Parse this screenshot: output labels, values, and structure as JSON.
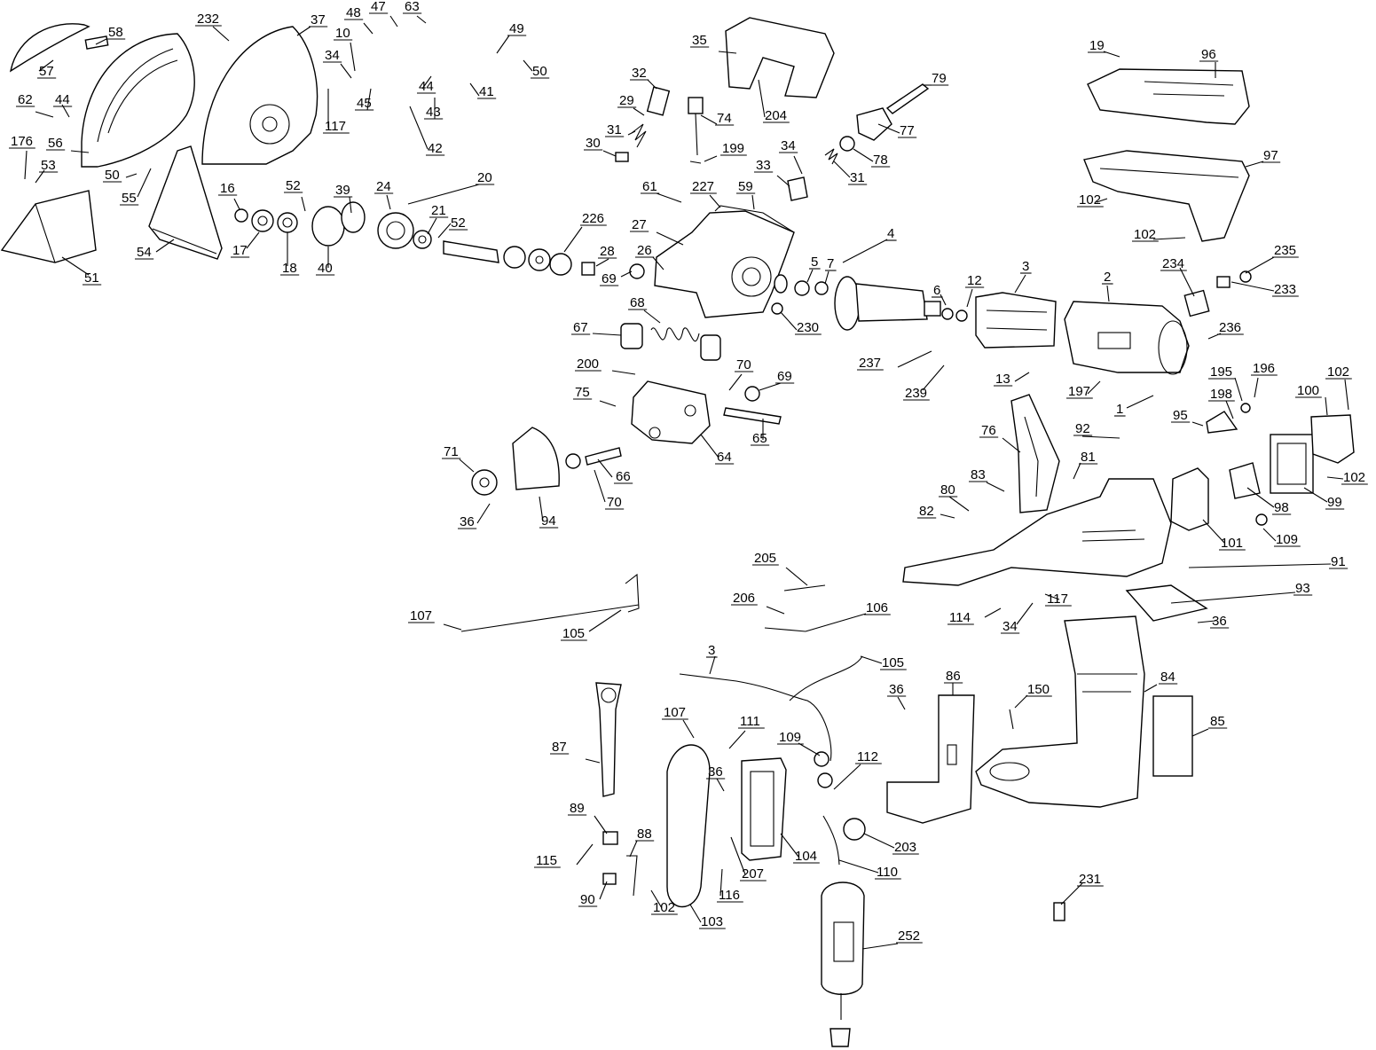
{
  "diagram": {
    "callouts": [
      "58",
      "57",
      "232",
      "37",
      "48",
      "47",
      "63",
      "49",
      "50",
      "10",
      "34",
      "44",
      "62",
      "176",
      "56",
      "53",
      "50",
      "55",
      "45",
      "117",
      "42",
      "43",
      "41",
      "44",
      "35",
      "204",
      "32",
      "29",
      "31",
      "30",
      "74",
      "199",
      "19",
      "96",
      "79",
      "77",
      "78",
      "31",
      "34",
      "33",
      "97",
      "16",
      "52",
      "39",
      "24",
      "20",
      "21",
      "52",
      "17",
      "18",
      "40",
      "54",
      "51",
      "61",
      "227",
      "59",
      "27",
      "26",
      "226",
      "28",
      "69",
      "102",
      "102",
      "235",
      "234",
      "233",
      "4",
      "5",
      "7",
      "6",
      "12",
      "3",
      "2",
      "230",
      "67",
      "68",
      "70",
      "69",
      "200",
      "75",
      "64",
      "65",
      "236",
      "237",
      "239",
      "13",
      "197",
      "1",
      "195",
      "196",
      "102",
      "198",
      "100",
      "95",
      "92",
      "76",
      "81",
      "83",
      "71",
      "94",
      "66",
      "70",
      "36",
      "80",
      "82",
      "101",
      "109",
      "98",
      "99",
      "102",
      "205",
      "206",
      "106",
      "107",
      "105",
      "91",
      "93",
      "114",
      "34",
      "117",
      "36",
      "3",
      "105",
      "86",
      "84",
      "36",
      "150",
      "85",
      "107",
      "111",
      "87",
      "109",
      "112",
      "36",
      "89",
      "88",
      "115",
      "90",
      "102",
      "103",
      "116",
      "207",
      "104",
      "203",
      "110",
      "231",
      "252"
    ]
  }
}
